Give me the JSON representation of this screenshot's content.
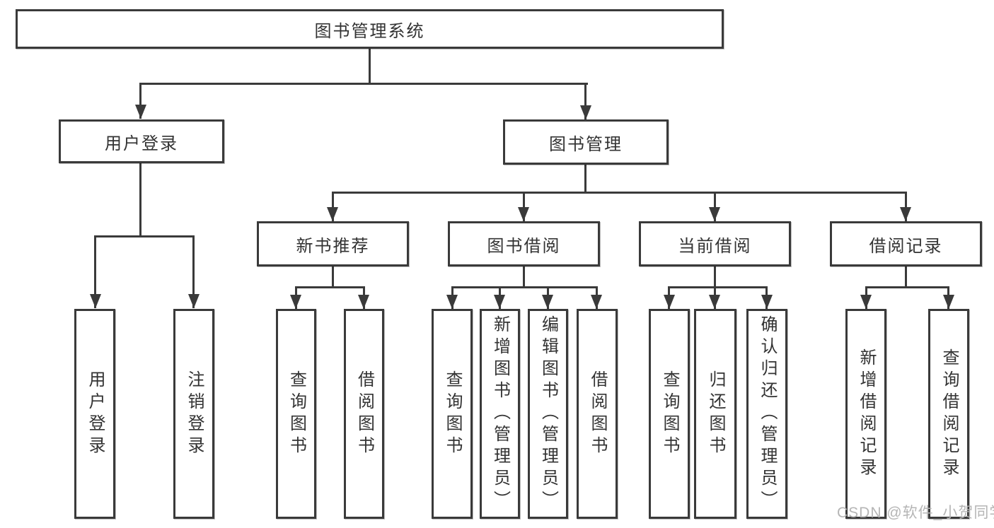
{
  "watermark": "CSDN @软件_小贺同学",
  "colors": {
    "line": "#3a3a3a",
    "text": "#333333",
    "watermark": "#b5b5b5",
    "background": "#ffffff"
  },
  "tree": {
    "root": {
      "label": "图书管理系统"
    },
    "branches": [
      {
        "label": "用户登录",
        "children": [
          {
            "label": "用户登录"
          },
          {
            "label": "注销登录"
          }
        ]
      },
      {
        "label": "图书管理",
        "sections": [
          {
            "label": "新书推荐",
            "children": [
              {
                "label": "查询图书"
              },
              {
                "label": "借阅图书"
              }
            ]
          },
          {
            "label": "图书借阅",
            "children": [
              {
                "label": "查询图书"
              },
              {
                "label": "新增图书（管理员）"
              },
              {
                "label": "编辑图书（管理员）"
              },
              {
                "label": "借阅图书"
              }
            ]
          },
          {
            "label": "当前借阅",
            "children": [
              {
                "label": "查询图书"
              },
              {
                "label": "归还图书"
              },
              {
                "label": "确认归还（管理员）"
              }
            ]
          },
          {
            "label": "借阅记录",
            "children": [
              {
                "label": "新增借阅记录"
              },
              {
                "label": "查询借阅记录"
              }
            ]
          }
        ]
      }
    ]
  }
}
